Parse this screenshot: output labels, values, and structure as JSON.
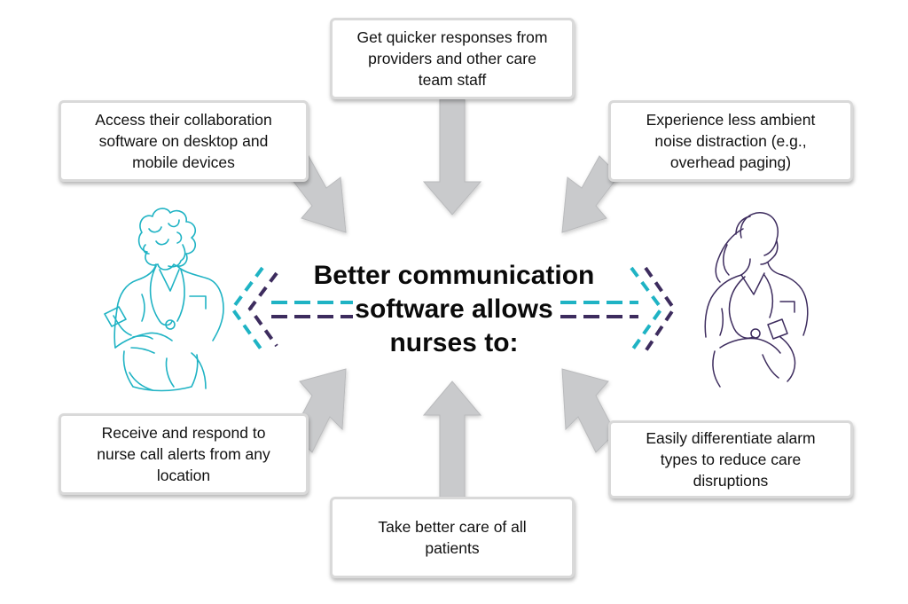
{
  "center_title": "Better communication\nsoftware allows\nnurses to:",
  "benefits": {
    "top": "Get quicker responses from\nproviders and other care\nteam staff",
    "top_left": "Access their collaboration\nsoftware on desktop and\nmobile devices",
    "top_right": "Experience less ambient\nnoise distraction (e.g.,\noverhead paging)",
    "bottom_left": "Receive and respond to\nnurse call alerts from any\nlocation",
    "bottom_right": "Easily differentiate alarm\ntypes to reduce care\ndisruptions",
    "bottom": "Take better care of all\npatients"
  },
  "colors": {
    "arrow": "#c9cacc",
    "arrow_outline": "#b9babc",
    "teal": "#1fb3c4",
    "purple": "#3d2c5e",
    "box_border": "#d9d9d9"
  },
  "icons": {
    "left_figure": "nurse-with-phone-icon",
    "right_figure": "nurse-with-stethoscope-icon"
  }
}
